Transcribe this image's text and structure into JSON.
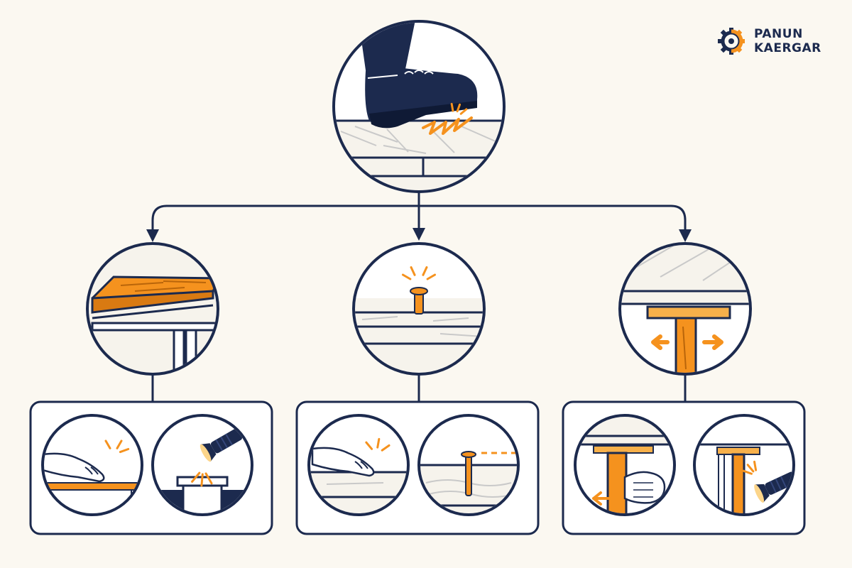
{
  "brand": {
    "line1": "PANUN",
    "line2": "KAERGAR",
    "logo_icon": "gear-logo-icon"
  },
  "colors": {
    "navy": "#1c2a4e",
    "orange": "#f5921e",
    "wood_light": "#f7b04a",
    "background": "#fbf8f1",
    "paper": "#ffffff",
    "grey": "#c9c9c9"
  },
  "diagram": {
    "root": {
      "icon": "boot-stepping-on-squeaky-floor-icon"
    },
    "branches": [
      {
        "id": "loose-board",
        "cause_icon": "loose-floorboard-icon",
        "checks": [
          "hand-pressing-board-icon",
          "flashlight-inspecting-joist-icon"
        ]
      },
      {
        "id": "popped-nail",
        "cause_icon": "popped-nail-icon",
        "checks": [
          "hand-feeling-floor-icon",
          "nail-head-level-check-icon"
        ]
      },
      {
        "id": "joist-gap",
        "cause_icon": "joist-gap-icon",
        "checks": [
          "hand-testing-joist-icon",
          "flashlight-joist-gap-icon"
        ]
      }
    ]
  }
}
